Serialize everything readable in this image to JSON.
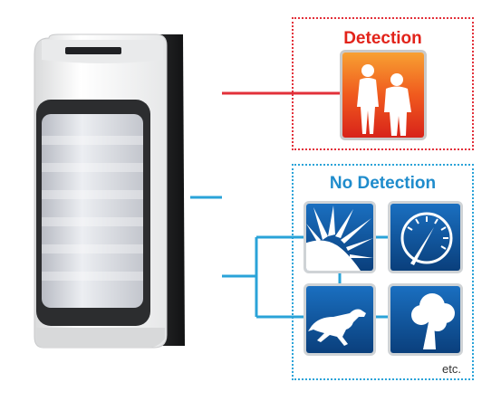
{
  "diagram": {
    "detection": {
      "title": "Detection",
      "icon": "people-icon"
    },
    "no_detection": {
      "title": "No Detection",
      "items": [
        {
          "icon": "sun-icon"
        },
        {
          "icon": "wind-gauge-icon"
        },
        {
          "icon": "dog-icon"
        },
        {
          "icon": "tree-icon"
        }
      ],
      "etc_label": "etc."
    },
    "colors": {
      "detection": "#e2231a",
      "no_detection": "#1f8ccc",
      "tile_blue": "#0b4f96",
      "tile_orange": "#f05a1e"
    }
  }
}
